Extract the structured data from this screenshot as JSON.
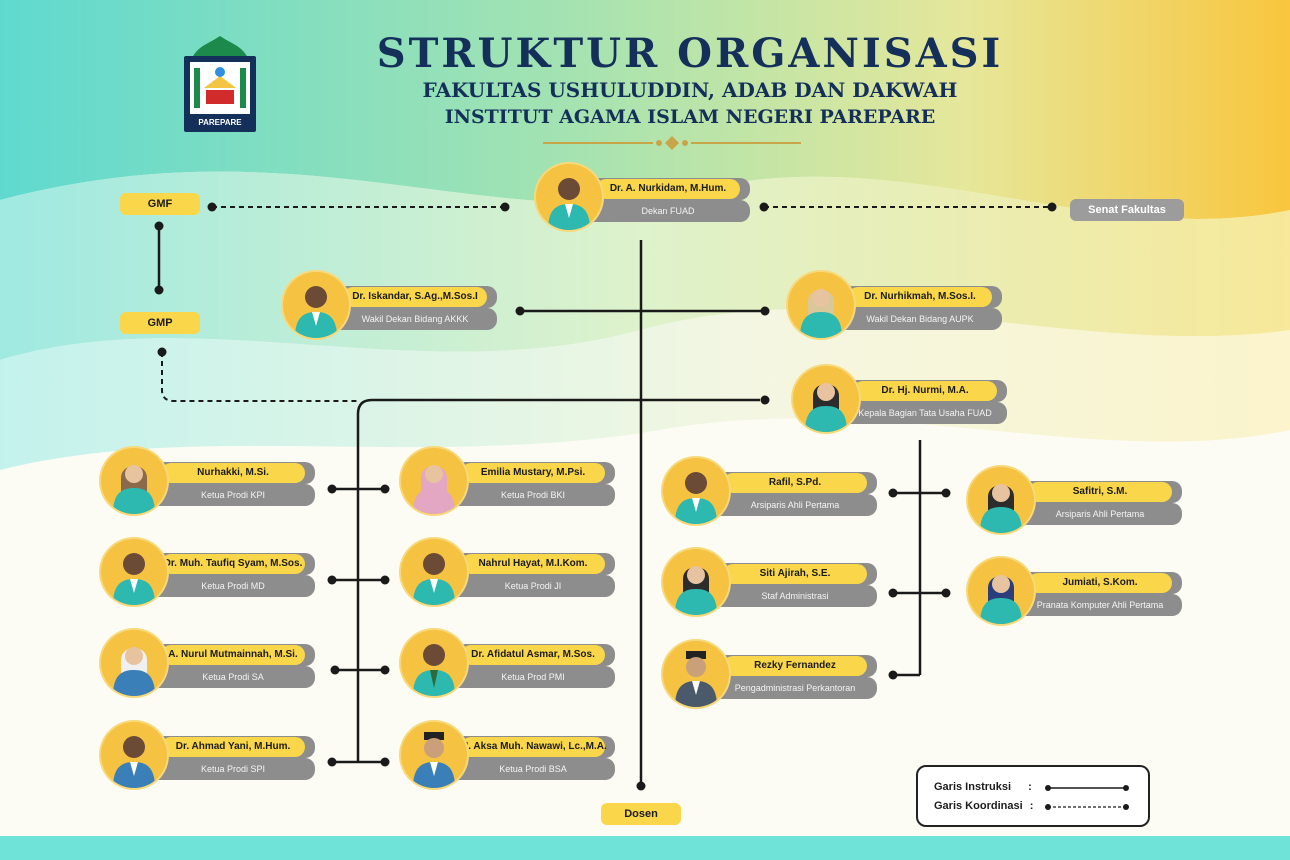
{
  "header": {
    "title": "STRUKTUR ORGANISASI",
    "subtitle1": "FAKULTAS USHULUDDIN, ADAB DAN DAKWAH",
    "subtitle2": "INSTITUT AGAMA ISLAM NEGERI PAREPARE",
    "logo_caption": "PAREPARE"
  },
  "colors": {
    "navy": "#14305a",
    "yellow": "#f9d64a",
    "grey_bar": "#8d8d8d",
    "teal": "#2db8b0"
  },
  "labels": {
    "gmf": "GMF",
    "gmp": "GMP",
    "senat": "Senat Fakultas",
    "dosen": "Dosen"
  },
  "people": {
    "dekan": {
      "name": "Dr. A. Nurkidam, M.Hum.",
      "role": "Dekan FUAD"
    },
    "wd1": {
      "name": "Dr. Iskandar, S.Ag.,M.Sos.I",
      "role": "Wakil Dekan Bidang AKKK"
    },
    "wd2": {
      "name": "Dr. Nurhikmah, M.Sos.I.",
      "role": "Wakil Dekan Bidang AUPK"
    },
    "kabag": {
      "name": "Dr. Hj. Nurmi, M.A.",
      "role": "Kepala Bagian Tata Usaha FUAD"
    },
    "kpi": {
      "name": "Nurhakki, M.Si.",
      "role": "Ketua Prodi KPI"
    },
    "bki": {
      "name": "Emilia Mustary, M.Psi.",
      "role": "Ketua Prodi BKI"
    },
    "md": {
      "name": "Dr. Muh. Taufiq Syam, M.Sos.",
      "role": "Ketua Prodi MD"
    },
    "ji": {
      "name": "Nahrul Hayat, M.I.Kom.",
      "role": "Ketua Prodi JI"
    },
    "sa": {
      "name": "A. Nurul Mutmainnah, M.Si.",
      "role": "Ketua Prodi SA"
    },
    "pmi": {
      "name": "Dr. Afidatul Asmar, M.Sos.",
      "role": "Ketua Prod PMI"
    },
    "spi": {
      "name": "Dr. Ahmad Yani, M.Hum.",
      "role": "Ketua Prodi SPI"
    },
    "bsa": {
      "name": "H. Aksa Muh. Nawawi, Lc.,M.A.",
      "role": "Ketua Prodi BSA"
    },
    "rafil": {
      "name": "Rafil, S.Pd.",
      "role": "Arsiparis Ahli Pertama"
    },
    "safitri": {
      "name": "Safitri, S.M.",
      "role": "Arsiparis Ahli Pertama"
    },
    "siti": {
      "name": "Siti Ajirah, S.E.",
      "role": "Staf Administrasi"
    },
    "jumiati": {
      "name": "Jumiati, S.Kom.",
      "role": "Pranata Komputer Ahli Pertama"
    },
    "rezky": {
      "name": "Rezky Fernandez",
      "role": "Pengadministrasi Perkantoran"
    }
  },
  "legend": {
    "instruksi": "Garis Instruksi",
    "koordinasi": "Garis Koordinasi",
    "colon": ":"
  }
}
